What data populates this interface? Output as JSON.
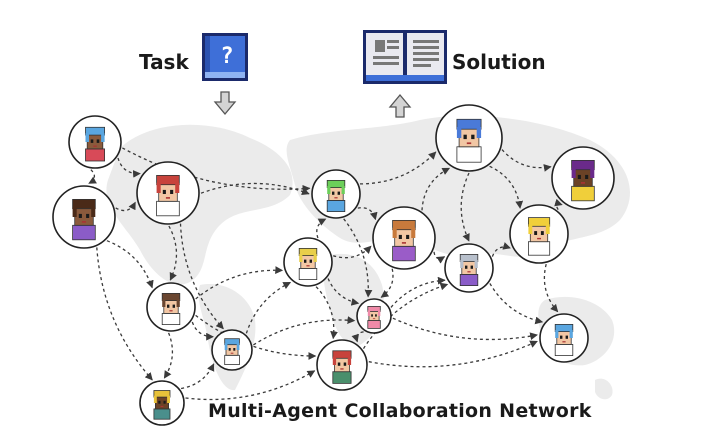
{
  "header": {
    "task_label": "Task",
    "solution_label": "Solution"
  },
  "caption": "Multi-Agent Collaboration Network",
  "colors": {
    "edge": "#3a3a3a",
    "node_ring": "#222222",
    "map": "#ebebeb",
    "book_blue": "#3e6fd8",
    "book_blue_light": "#8fb3f2",
    "arrow_fill": "#d4d4d4"
  },
  "agents": [
    {
      "id": "a1",
      "hair": "#5aa6e0",
      "skin": "#8a5a3c",
      "shirt": "#d84a58"
    },
    {
      "id": "a2",
      "hair": "#4a2a18",
      "skin": "#8a5a3c",
      "shirt": "#8b5cc8"
    },
    {
      "id": "a3",
      "hair": "#c8433c",
      "skin": "#f2c7a4",
      "shirt": "#ffffff"
    },
    {
      "id": "a4",
      "hair": "#6a4630",
      "skin": "#f2c7a4",
      "shirt": "#ffffff"
    },
    {
      "id": "a5",
      "hair": "#5aa6e0",
      "skin": "#f2c7a4",
      "shirt": "#ffffff"
    },
    {
      "id": "a6",
      "hair": "#e8c23a",
      "skin": "#6b4226",
      "shirt": "#4a8f8c"
    },
    {
      "id": "a7",
      "hair": "#e8cf4a",
      "skin": "#f2c7a4",
      "shirt": "#ffffff"
    },
    {
      "id": "a8",
      "hair": "#6ccf5a",
      "skin": "#f2c7a4",
      "shirt": "#5aa6e0"
    },
    {
      "id": "a9",
      "hair": "#f08aa8",
      "skin": "#f2c7a4",
      "shirt": "#f08aa8"
    },
    {
      "id": "a10",
      "hair": "#c8433c",
      "skin": "#f2c7a4",
      "shirt": "#4a8f6c"
    },
    {
      "id": "a11",
      "hair": "#c87a3c",
      "skin": "#f2c7a4",
      "shirt": "#9a5cc8"
    },
    {
      "id": "a12",
      "hair": "#4a7ad8",
      "skin": "#f2c7a4",
      "shirt": "#ffffff"
    },
    {
      "id": "a13",
      "hair": "#b8c0cc",
      "skin": "#f2c7a4",
      "shirt": "#8a5cc8"
    },
    {
      "id": "a14",
      "hair": "#f0cf3a",
      "skin": "#f2c7a4",
      "shirt": "#ffffff"
    },
    {
      "id": "a15",
      "hair": "#6a2a8a",
      "skin": "#6b4226",
      "shirt": "#f0cf3a"
    },
    {
      "id": "a16",
      "hair": "#5aa6e0",
      "skin": "#f2c7a4",
      "shirt": "#ffffff"
    }
  ],
  "edges": [
    [
      "a1",
      "a3"
    ],
    [
      "a1",
      "a2"
    ],
    [
      "a2",
      "a3"
    ],
    [
      "a2",
      "a4"
    ],
    [
      "a2",
      "a6"
    ],
    [
      "a3",
      "a4"
    ],
    [
      "a3",
      "a5"
    ],
    [
      "a3",
      "a8"
    ],
    [
      "a1",
      "a8"
    ],
    [
      "a4",
      "a7"
    ],
    [
      "a4",
      "a5"
    ],
    [
      "a4",
      "a6"
    ],
    [
      "a4",
      "a10"
    ],
    [
      "a5",
      "a7"
    ],
    [
      "a6",
      "a10"
    ],
    [
      "a7",
      "a8"
    ],
    [
      "a7",
      "a9"
    ],
    [
      "a7",
      "a10"
    ],
    [
      "a7",
      "a11"
    ],
    [
      "a8",
      "a11"
    ],
    [
      "a8",
      "a12"
    ],
    [
      "a8",
      "a9"
    ],
    [
      "a9",
      "a10"
    ],
    [
      "a9",
      "a13"
    ],
    [
      "a9",
      "a16"
    ],
    [
      "a10",
      "a13"
    ],
    [
      "a10",
      "a16"
    ],
    [
      "a11",
      "a12"
    ],
    [
      "a11",
      "a13"
    ],
    [
      "a11",
      "a9"
    ],
    [
      "a12",
      "a15"
    ],
    [
      "a12",
      "a14"
    ],
    [
      "a12",
      "a13"
    ],
    [
      "a13",
      "a14"
    ],
    [
      "a13",
      "a16"
    ],
    [
      "a14",
      "a15"
    ],
    [
      "a14",
      "a16"
    ],
    [
      "a5",
      "a9"
    ],
    [
      "a6",
      "a5"
    ]
  ]
}
